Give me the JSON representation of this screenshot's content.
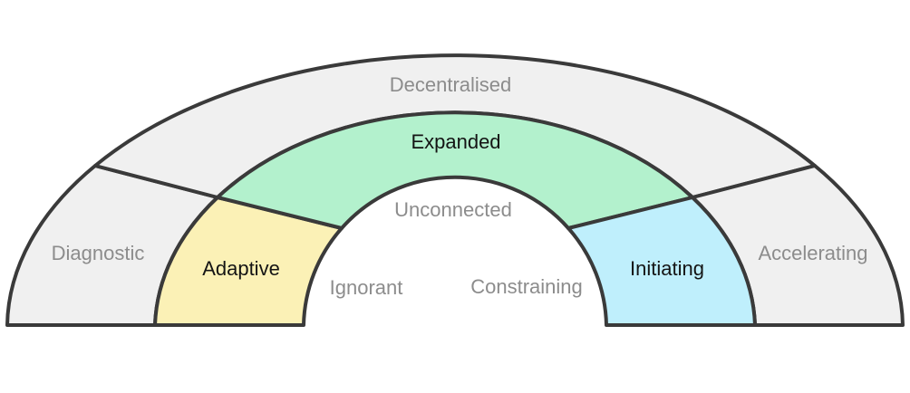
{
  "diagram": {
    "background": "#ffffff",
    "stroke_color": "#3a3a3a",
    "outer_ring_segments": [
      {
        "label": "Diagnostic",
        "fill": "#f0f0f0",
        "label_color": "#8c8c8c"
      },
      {
        "label": "Decentralised",
        "fill": "#f0f0f0",
        "label_color": "#8c8c8c"
      },
      {
        "label": "Accelerating",
        "fill": "#f0f0f0",
        "label_color": "#8c8c8c"
      }
    ],
    "inner_ring_segments": [
      {
        "label": "Adaptive",
        "fill": "#fbf1b6",
        "label_color": "#141414"
      },
      {
        "label": "Expanded",
        "fill": "#b3f1cd",
        "label_color": "#141414"
      },
      {
        "label": "Initiating",
        "fill": "#bfeffc",
        "label_color": "#141414"
      }
    ],
    "inner_area_labels": [
      {
        "label": "Ignorant",
        "color": "#8c8c8c"
      },
      {
        "label": "Unconnected",
        "color": "#8c8c8c"
      },
      {
        "label": "Constraining",
        "color": "#8c8c8c"
      }
    ]
  }
}
